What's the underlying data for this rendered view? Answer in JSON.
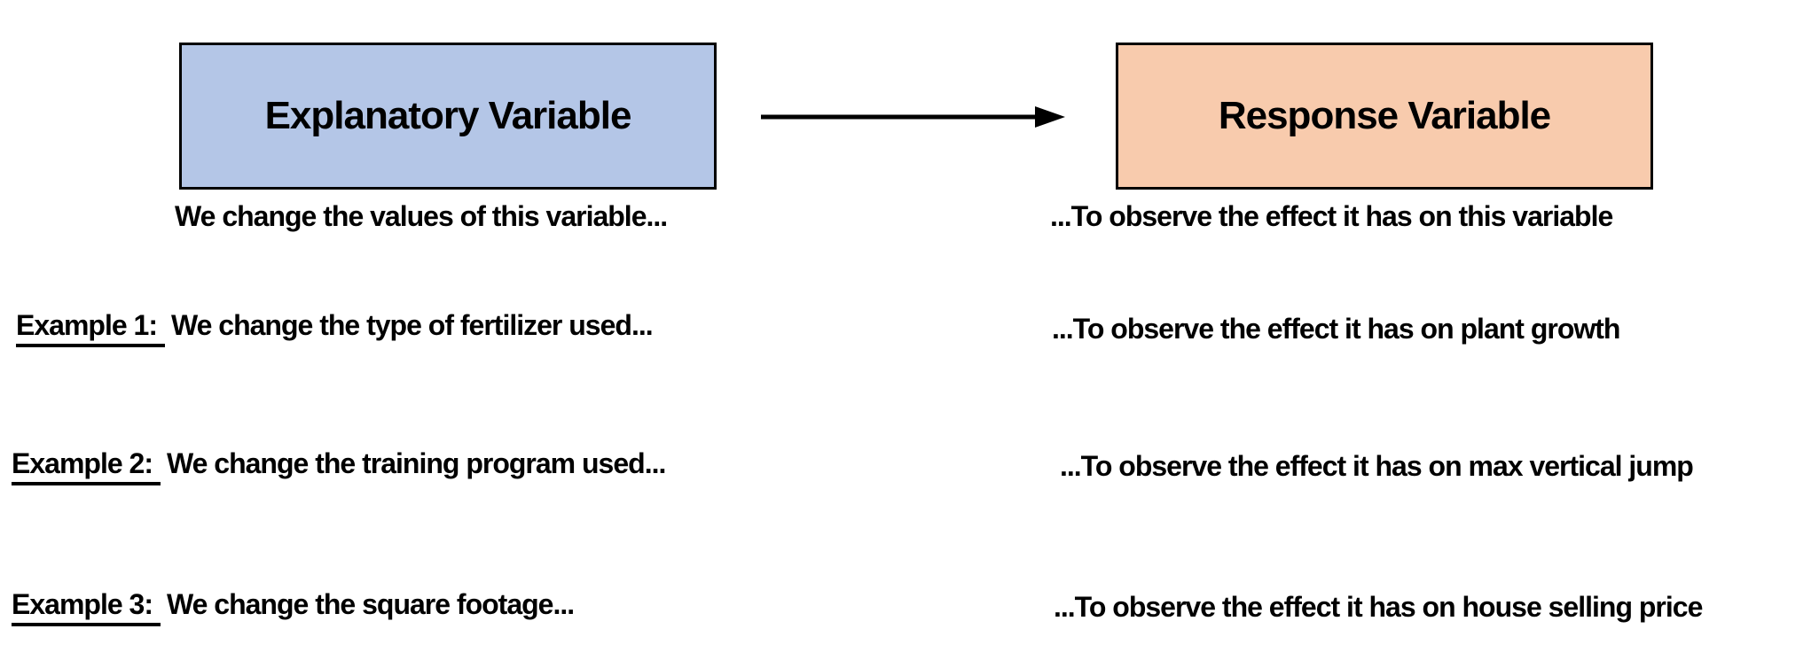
{
  "diagram": {
    "boxes": {
      "explanatory": {
        "label": "Explanatory Variable",
        "fill": "#b4c6e7",
        "border": "#000000"
      },
      "response": {
        "label": "Response Variable",
        "fill": "#f8cbad",
        "border": "#000000"
      }
    },
    "arrow": {
      "direction": "right",
      "color": "#000000"
    },
    "captions": {
      "explanatory": "We change the values of this variable...",
      "response": "...To observe the effect it has on this variable"
    }
  },
  "examples": [
    {
      "label": "Example 1:",
      "cause": "We change the type of fertilizer used...",
      "effect": "...To observe the effect it has on plant growth"
    },
    {
      "label": "Example 2:",
      "cause": "We change the training program used...",
      "effect": "...To observe the effect it has on max vertical jump"
    },
    {
      "label": "Example 3:",
      "cause": "We change the square footage...",
      "effect": "...To observe the effect it has on house selling price"
    }
  ]
}
